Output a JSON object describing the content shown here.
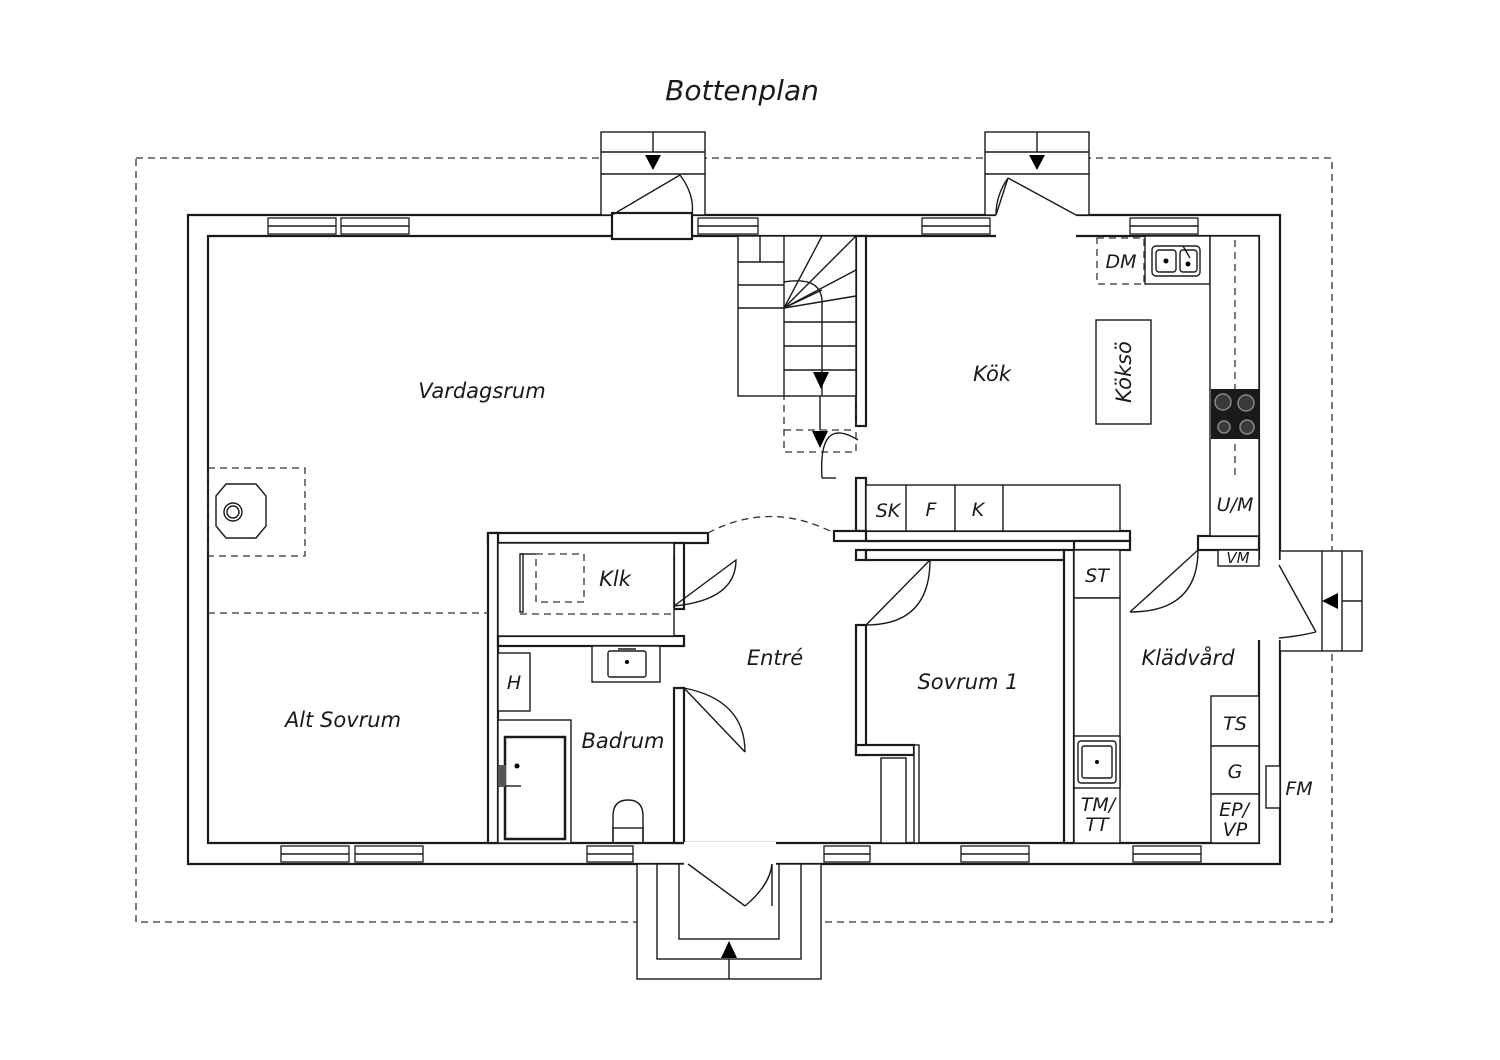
{
  "title": "Bottenplan",
  "rooms": {
    "vardagsrum": "Vardagsrum",
    "kok": "Kök",
    "koksö": "Köksö",
    "alt_sovrum": "Alt Sovrum",
    "klk": "Klk",
    "entre": "Entré",
    "sovrum1": "Sovrum 1",
    "badrum": "Badrum",
    "kladvard": "Klädvård"
  },
  "fixtures": {
    "dm": "DM",
    "sk": "SK",
    "f": "F",
    "k": "K",
    "um": "U/M",
    "vm": "VM",
    "st": "ST",
    "h": "H",
    "ts": "TS",
    "g": "G",
    "fm": "FM",
    "tmtt_1": "TM/",
    "tmtt_2": "TT",
    "epvp_1": "EP/",
    "epvp_2": "VP"
  }
}
